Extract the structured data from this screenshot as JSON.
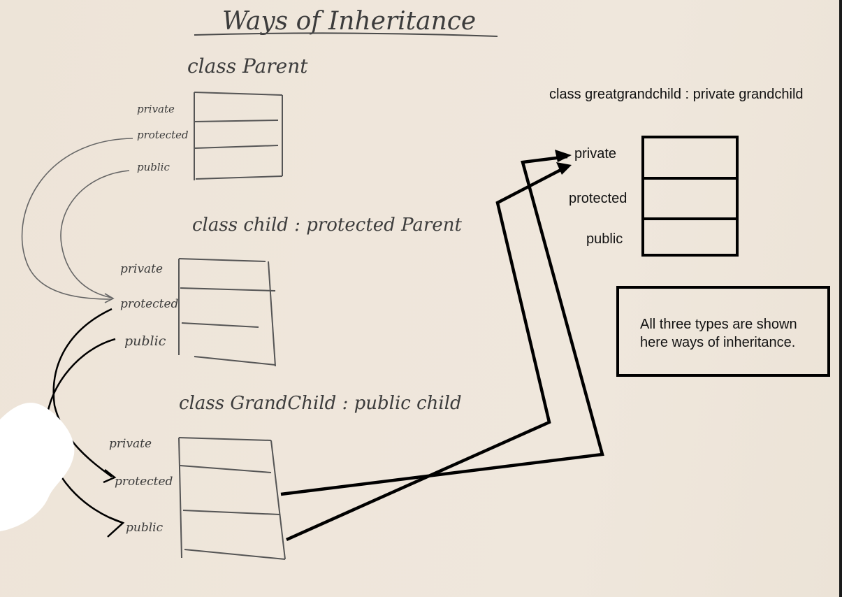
{
  "title": "Ways of Inheritance",
  "parent": {
    "heading": "class Parent",
    "labels": [
      "private",
      "protected",
      "public"
    ]
  },
  "child": {
    "heading": "class child : protected Parent",
    "labels": [
      "private",
      "protected",
      "public"
    ]
  },
  "grandchild": {
    "heading": "class GrandChild : public child",
    "labels": [
      "private",
      "protected",
      "public"
    ]
  },
  "greatgrandchild": {
    "heading": "class greatgrandchild : private grandchild",
    "labels": [
      "private",
      "protected",
      "public"
    ]
  },
  "note": "All three types are shown here ways of inheritance.",
  "colors": {
    "ink_handwritten": "#3c3c3c",
    "ink_marker": "#000000",
    "board": "#efe6db"
  }
}
